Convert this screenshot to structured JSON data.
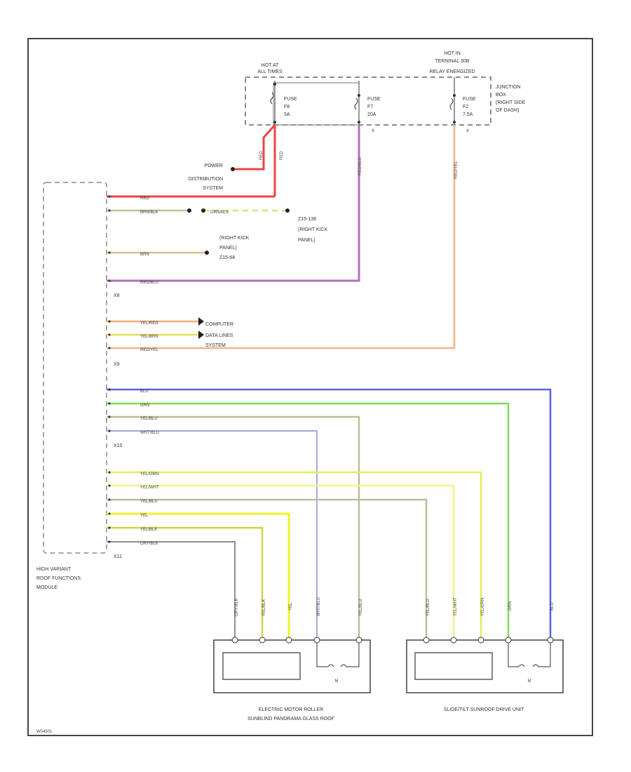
{
  "hot_at_left": {
    "line1": "HOT AT",
    "line2": "ALL TIMES"
  },
  "hot_at_right": {
    "line1": "HOT IN",
    "line2": "TERNINAL 30B",
    "line3": "RELAY ENERGIZED"
  },
  "junction_box": {
    "line1": "JUNCTION",
    "line2": "BOX",
    "line3": "(RIGHT SIDE",
    "line4": "OF DASH)"
  },
  "fuses": [
    {
      "l1": "FUSE",
      "l2": "F8",
      "l3": "5A"
    },
    {
      "l1": "FUSE",
      "l2": "F7",
      "l3": "20A"
    },
    {
      "l1": "FUSE",
      "l2": "F2",
      "l3": "7.5A"
    }
  ],
  "fuse_pin_labels": [
    "6",
    "8"
  ],
  "power_dist": {
    "line1": "POWER",
    "line2": "DISTRIBUTION",
    "line3": "SYSTEM"
  },
  "splice_right": {
    "line1": "Z15-138",
    "line2": "(RIGHT KICK",
    "line3": "PANEL)"
  },
  "ground_left": {
    "line1": "(RIGHT KICK",
    "line2": "PANEL)",
    "line3": "Z15-68"
  },
  "computer": {
    "line1": "COMPUTER",
    "line2": "DATA LINES",
    "line3": "SYSTEM"
  },
  "module": {
    "line1": "HIGH VARIANT",
    "line2": "ROOF FUNCTIONS",
    "line3": "MODULE"
  },
  "connectors": [
    "X8",
    "X9",
    "X10",
    "X11"
  ],
  "wires": {
    "w1": "RED",
    "w2": "BRN/BLK",
    "w2b": "GRN/BLK",
    "w3": "BRN",
    "w4": "RED/BLU",
    "w5": "YEL/RED",
    "w6": "YEL/BRN",
    "w7": "RED/YEL",
    "w8": "BLU",
    "w9": "GRN",
    "w10": "YEL/BLU",
    "w11": "WHT/BLU",
    "w12": "YEL/GRN",
    "w13": "YEL/WHT",
    "w14": "YEL/BLU",
    "w15": "YEL",
    "w16": "YEL/BLK",
    "w17": "GRY/BLK",
    "v_fuse1": "RED",
    "v_fuse1b": "RED",
    "v_fuse2": "RED/BLU",
    "v_fuse3": "RED/YEL",
    "v_a1": "GRY/BLK",
    "v_a2": "YEL/BLK",
    "v_a3": "YEL",
    "v_a4": "WHT/BLU",
    "v_a5": "YEL/BLU",
    "v_b1": "YEL/BLU",
    "v_b2": "YEL/WHT",
    "v_b3": "YEL/GRN",
    "v_b4": "GRN",
    "v_b5": "BLU"
  },
  "device_left": {
    "line1": "ELECTRIC MOTOR ROLLER",
    "line2": "SUNBLIND PANORAMA GLASS ROOF"
  },
  "device_right": {
    "line1": "SLIDE/TILT SUNROOF DRIVE UNIT"
  },
  "motor_letter": "M",
  "footer_code": "W04501",
  "colors": {
    "red": "#ee4444",
    "brn_blk": "#bfc094",
    "grn_blk": "#dde07a",
    "brn": "#d9bd8a",
    "red_blu": "#b46cc0",
    "yel_red": "#f0ae7a",
    "yel_brn": "#e6dd62",
    "red_yel": "#f6b385",
    "blu": "#5f5fe8",
    "grn": "#7ddc5a",
    "yel_blu": "#bcbc9a",
    "wht_blu": "#a8a8de",
    "yel_grn": "#e3ee55",
    "yel_wht": "#f2f28c",
    "yel": "#f2f22e",
    "yel_blk": "#d2d244",
    "gry_blk": "#909090"
  }
}
